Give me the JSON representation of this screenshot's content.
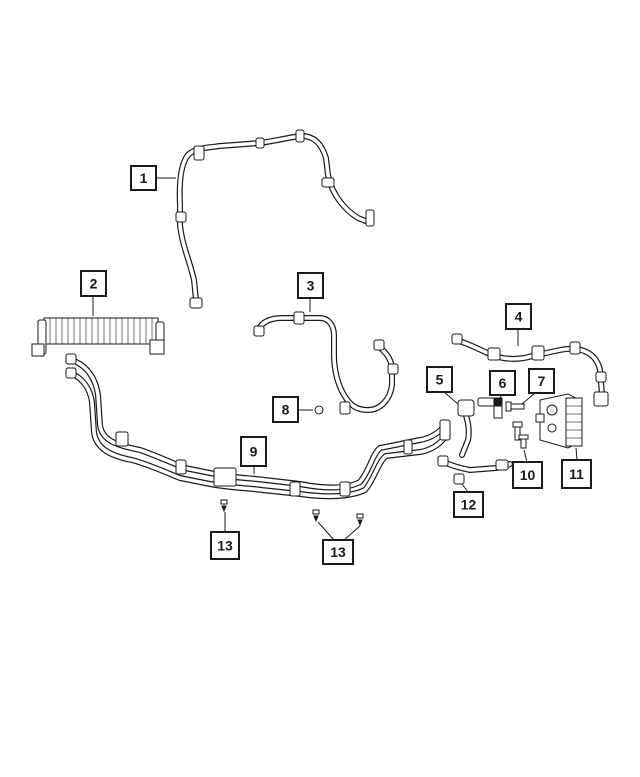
{
  "diagram": {
    "callouts": [
      {
        "id": "c1",
        "label": "1"
      },
      {
        "id": "c2",
        "label": "2"
      },
      {
        "id": "c3",
        "label": "3"
      },
      {
        "id": "c4",
        "label": "4"
      },
      {
        "id": "c5",
        "label": "5"
      },
      {
        "id": "c6",
        "label": "6"
      },
      {
        "id": "c7",
        "label": "7"
      },
      {
        "id": "c8",
        "label": "8"
      },
      {
        "id": "c9",
        "label": "9"
      },
      {
        "id": "c10",
        "label": "10"
      },
      {
        "id": "c11",
        "label": "11"
      },
      {
        "id": "c12",
        "label": "12"
      },
      {
        "id": "c13a",
        "label": "13"
      },
      {
        "id": "c13b",
        "label": "13"
      }
    ],
    "colors": {
      "line": "#1a1a1a",
      "background": "#ffffff"
    }
  }
}
